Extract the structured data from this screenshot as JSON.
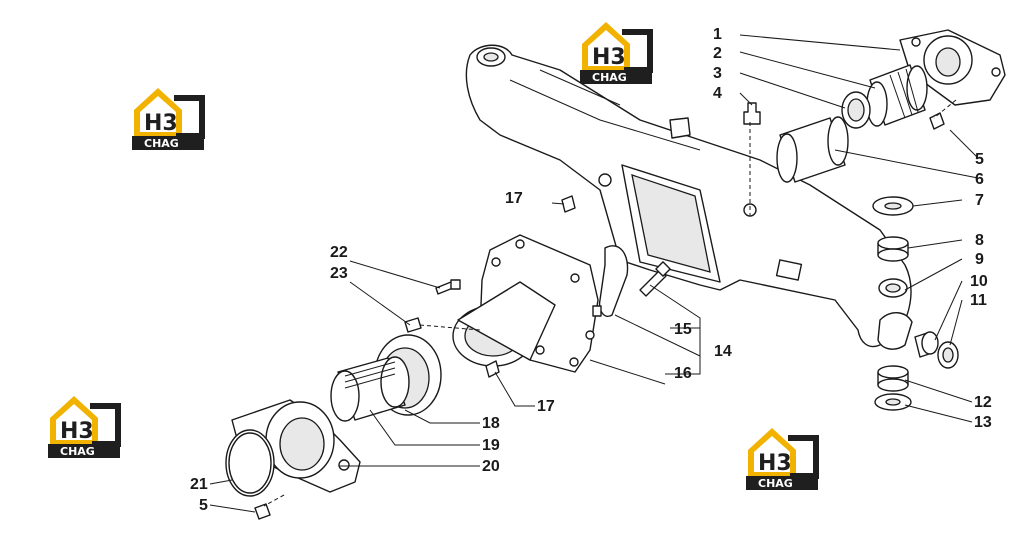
{
  "logo": {
    "mark": "H3",
    "text": "CHAG",
    "accent": "#f2b200",
    "dark": "#1f1f1f"
  },
  "callouts": [
    "1",
    "2",
    "3",
    "4",
    "5",
    "6",
    "7",
    "8",
    "9",
    "10",
    "11",
    "12",
    "13",
    "14",
    "15",
    "16",
    "17",
    "17",
    "18",
    "19",
    "20",
    "21",
    "22",
    "23",
    "5"
  ]
}
